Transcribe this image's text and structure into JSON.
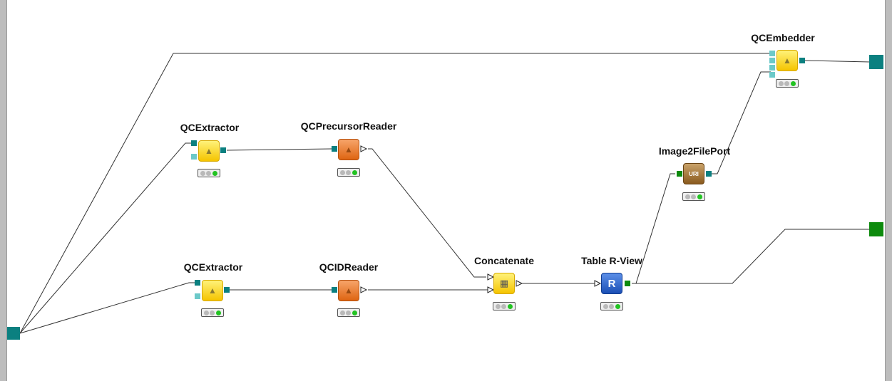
{
  "workflow": {
    "nodes": [
      {
        "id": "qcextractor-1",
        "label": "QCExtractor",
        "type": "yellow",
        "status": [
          "off",
          "off",
          "on"
        ]
      },
      {
        "id": "qcprecursorreader",
        "label": "QCPrecursorReader",
        "type": "orange",
        "status": [
          "off",
          "off",
          "on"
        ]
      },
      {
        "id": "qcextractor-2",
        "label": "QCExtractor",
        "type": "yellow",
        "status": [
          "off",
          "off",
          "on"
        ]
      },
      {
        "id": "qcidreader",
        "label": "QCIDReader",
        "type": "orange",
        "status": [
          "off",
          "off",
          "on"
        ]
      },
      {
        "id": "concatenate",
        "label": "Concatenate",
        "type": "yellow",
        "status": [
          "off",
          "off",
          "on"
        ]
      },
      {
        "id": "table-r-view",
        "label": "Table R-View",
        "type": "blue",
        "status": [
          "off",
          "off",
          "on"
        ]
      },
      {
        "id": "image2fileport",
        "label": "Image2FilePort",
        "type": "brown",
        "status": [
          "off",
          "off",
          "on"
        ]
      },
      {
        "id": "qcembedder",
        "label": "QCEmbedder",
        "type": "yellow",
        "status": [
          "off",
          "off",
          "on"
        ]
      }
    ],
    "icon_glyphs": {
      "r_view": "R",
      "uri": "URI"
    },
    "colors": {
      "port_teal": "#0b8080",
      "port_green": "#0d8a0d",
      "port_light": "#6cc9c9"
    }
  }
}
